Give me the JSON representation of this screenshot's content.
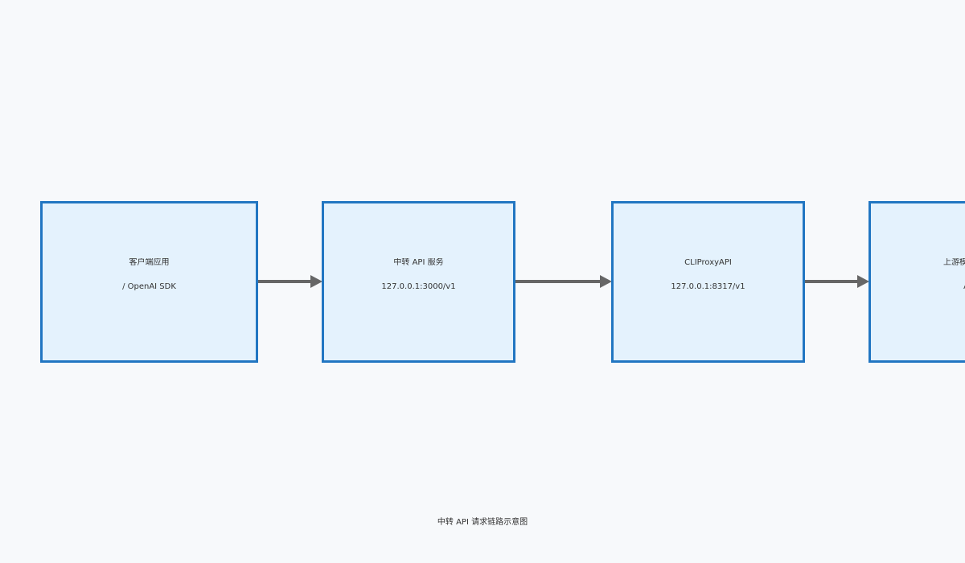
{
  "nodes": [
    {
      "id": "client",
      "title": "客户端应用",
      "subtitle": "/ OpenAI SDK"
    },
    {
      "id": "relay",
      "title": "中转 API 服务",
      "subtitle": "127.0.0.1:3000/v1"
    },
    {
      "id": "proxy",
      "title": "CLIProxyAPI",
      "subtitle": "127.0.0.1:8317/v1"
    },
    {
      "id": "upstream",
      "title": "上游模型服务",
      "subtitle": "AI"
    }
  ],
  "caption": "中转 API 请求链路示意图",
  "colors": {
    "background": "#f7f9fb",
    "node_fill": "#e4f2fd",
    "node_border": "#2176c2",
    "arrow": "#666666",
    "text": "#333333"
  }
}
